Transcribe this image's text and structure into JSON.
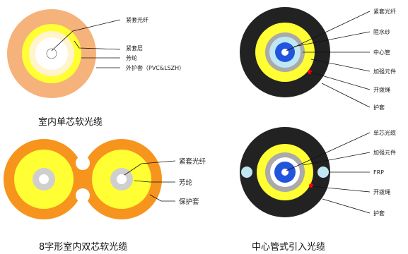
{
  "colors": {
    "orange_jacket": "#f5b27a",
    "orange_fig8": "#f7941d",
    "yellow": "#ffff33",
    "light_gray": "#cfcfcf",
    "mid_gray": "#999999",
    "black_jacket": "#222222",
    "blue": "#2255dd",
    "light_blue": "#bfe6f3",
    "red": "#ff0000",
    "cream": "#fff4cc"
  },
  "panel_top_left": {
    "caption": "室内单芯软光缆",
    "labels": [
      "紧套光纤",
      "紧套层",
      "芳纶",
      "外护套（PVC&LSZH）"
    ]
  },
  "panel_bottom_left": {
    "caption": "8字形室内双芯软光缆",
    "labels": [
      "紧套光纤",
      "芳纶",
      "保护套"
    ]
  },
  "panel_top_right": {
    "labels": [
      "紧套光纤",
      "阻水纱",
      "中心管",
      "加强元件",
      "开拨绳",
      "护套"
    ]
  },
  "panel_bottom_right": {
    "caption": "中心管式引入光缆",
    "labels": [
      "单芯光缆",
      "加强元件",
      "FRP",
      "开拨绳",
      "护套"
    ]
  }
}
